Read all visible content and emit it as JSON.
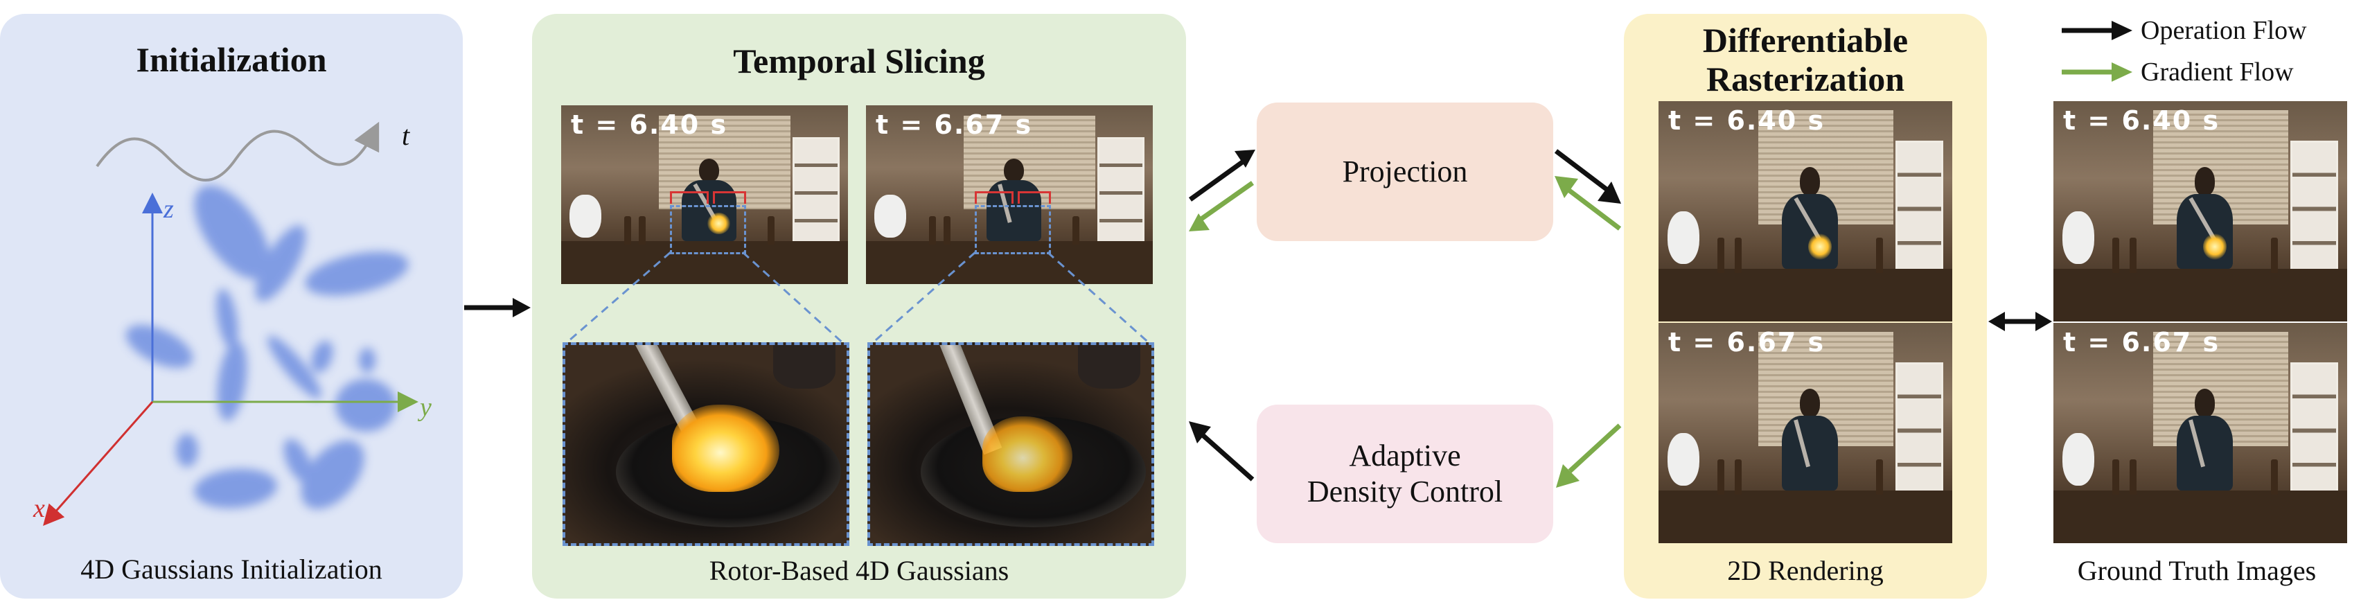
{
  "colors": {
    "operation_flow": "#111111",
    "gradient_flow": "#7cab4a",
    "init_panel": "#dfe6f6",
    "slicing_panel": "#e2eed8",
    "raster_panel": "#fbf1c8",
    "projection_box": "#f7e1d6",
    "density_box": "#f8e4ea",
    "axis_x": "#d03030",
    "axis_y": "#7cab4a",
    "axis_z": "#4a6fd8",
    "gaussian": "#6f8fe0"
  },
  "legend": {
    "operation": "Operation Flow",
    "gradient": "Gradient Flow"
  },
  "init": {
    "title": "Initialization",
    "caption": "4D Gaussians Initialization",
    "axis_t": "t",
    "axis_x": "x",
    "axis_y": "y",
    "axis_z": "z"
  },
  "slicing": {
    "title": "Temporal Slicing",
    "caption": "Rotor-Based 4D Gaussians",
    "frame1_time": "t = 6.40 s",
    "frame2_time": "t = 6.67 s"
  },
  "projection": {
    "label": "Projection"
  },
  "density": {
    "line1": "Adaptive",
    "line2": "Density Control"
  },
  "raster": {
    "title_line1": "Differentiable",
    "title_line2": "Rasterization",
    "caption": "2D Rendering",
    "frame1_time": "t = 6.40 s",
    "frame2_time": "t = 6.67 s"
  },
  "gt": {
    "caption": "Ground Truth Images",
    "frame1_time": "t = 6.40 s",
    "frame2_time": "t = 6.67 s"
  },
  "icons": [
    "operation-arrow-icon",
    "gradient-arrow-icon",
    "double-arrow-icon"
  ]
}
